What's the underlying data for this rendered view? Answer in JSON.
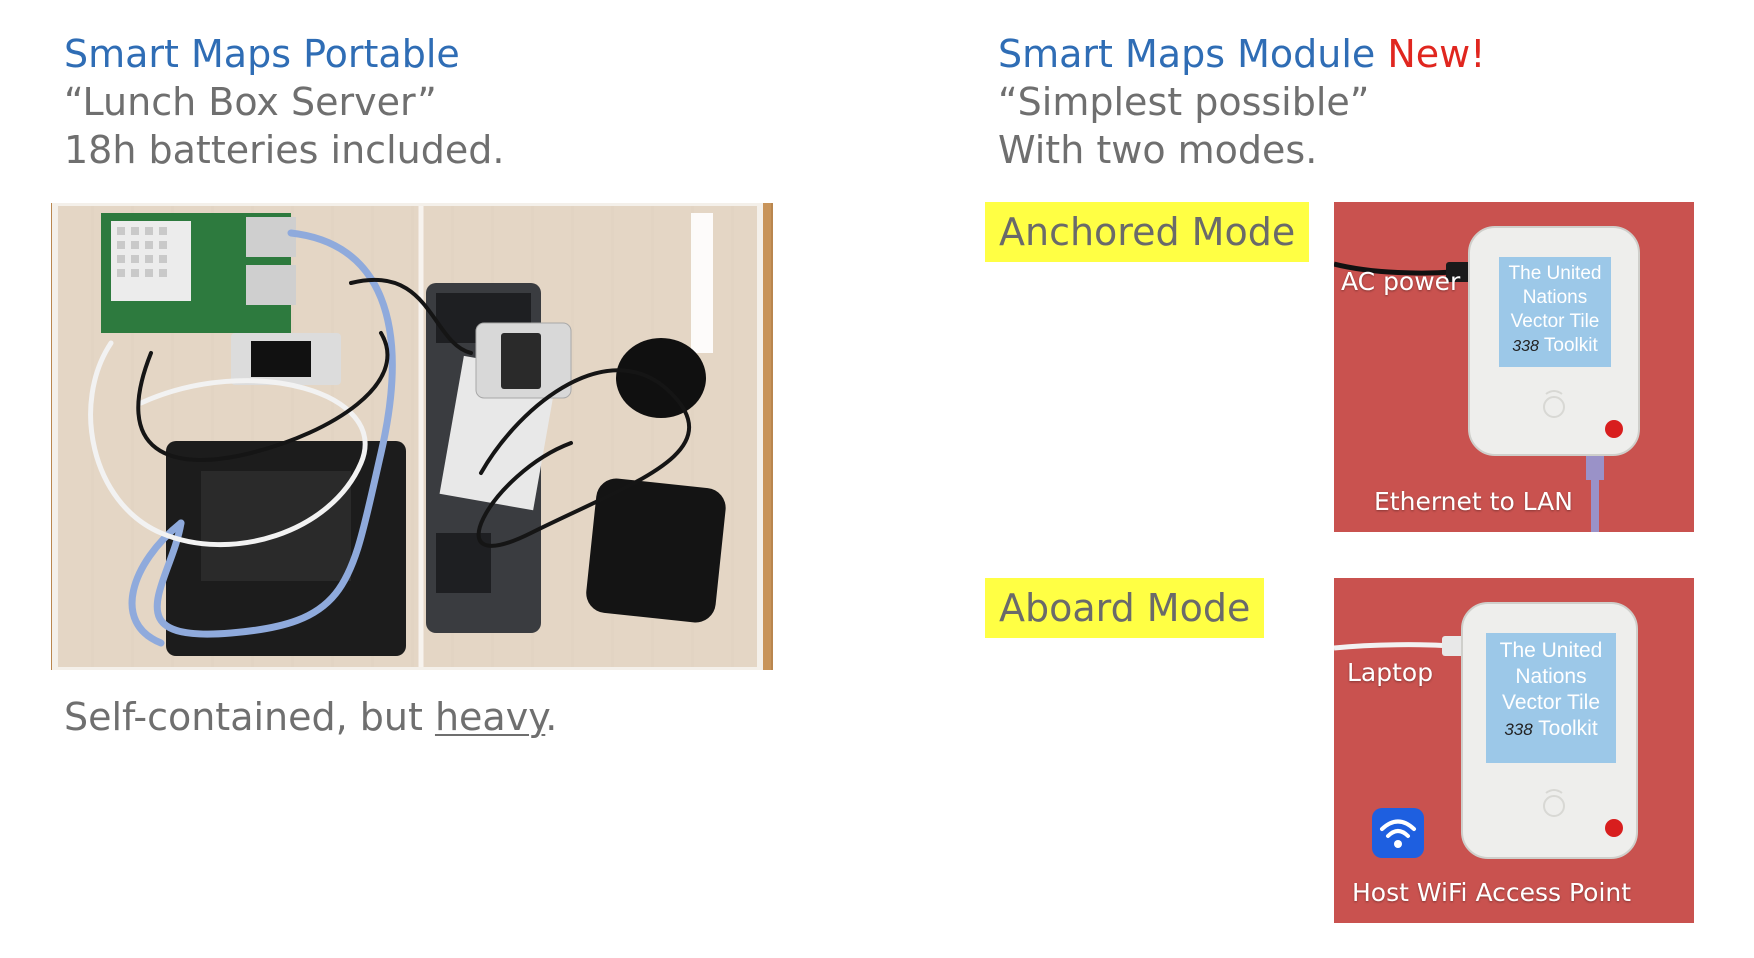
{
  "left": {
    "title": "Smart Maps Portable",
    "subtitle1": "“Lunch Box Server”",
    "subtitle2": "18h batteries included.",
    "caption_pre": "Self-contained, but ",
    "caption_underlined": "heavy",
    "caption_post": "."
  },
  "right": {
    "title": "Smart Maps Module ",
    "title_badge": "New!",
    "subtitle1": "“Simplest possible”",
    "subtitle2": "With two modes.",
    "modes": [
      {
        "label": "Anchored Mode",
        "annotations": {
          "top": "AC power",
          "bottom": "Ethernet to LAN"
        },
        "device_label": [
          "The United",
          "Nations",
          "Vector Tile",
          "Toolkit"
        ],
        "device_number": "338"
      },
      {
        "label": "Aboard Mode",
        "annotations": {
          "top": "Laptop",
          "bottom": "Host WiFi Access Point"
        },
        "device_label": [
          "The United",
          "Nations",
          "Vector Tile",
          "Toolkit"
        ],
        "device_number": "338"
      }
    ]
  },
  "colors": {
    "title": "#2f6db5",
    "subtitle": "#6f6f6f",
    "badge": "#e0261f",
    "highlight": "#ffff44",
    "photo_bg_red": "#c9524f",
    "wood": "#c8945a",
    "device_label_bg": "#9cc8e8"
  },
  "icons": [
    "wifi-icon",
    "raspberry-logo-icon",
    "red-button-icon"
  ]
}
